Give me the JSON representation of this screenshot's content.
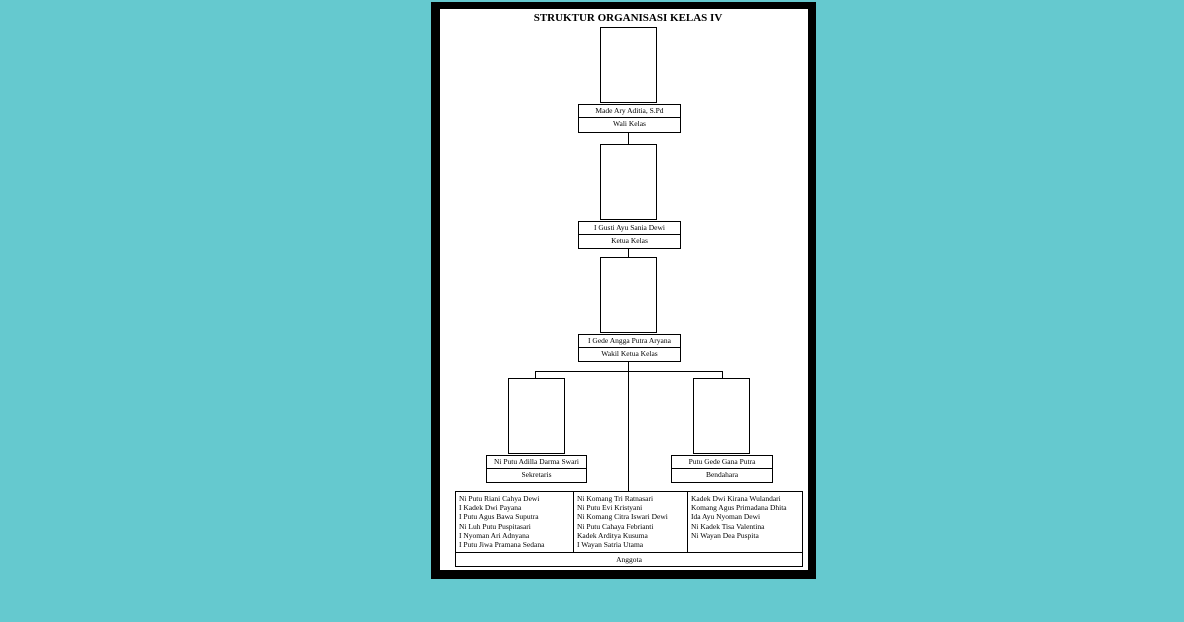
{
  "title": "STRUKTUR ORGANISASI KELAS IV",
  "positions": {
    "wali": {
      "name": "Made Ary Aditia, S.Pd",
      "role": "Wali Kelas"
    },
    "ketua": {
      "name": "I Gusti Ayu Sania Dewi",
      "role": "Ketua Kelas"
    },
    "wakil": {
      "name": "I Gede Angga Putra Aryana",
      "role": "Wakil Ketua Kelas"
    },
    "sekretaris": {
      "name": "Ni Putu Adilla Darma Swari",
      "role": "Sekretaris"
    },
    "bendahara": {
      "name": "Putu Gede Gana Putra",
      "role": "Bendahara"
    }
  },
  "anggota": {
    "label": "Anggota",
    "columns": [
      [
        "Ni Putu Riani Cahya Dewi",
        "I Kadek Dwi Payana",
        "I Putu Agus Bawa Suputra",
        "Ni Luh Putu Puspitasari",
        "I Nyoman Ari Adnyana",
        "I Putu Jiwa Pramana Sedana"
      ],
      [
        "Ni Komang Tri Ratnasari",
        "Ni Putu Evi Kristyani",
        "Ni Komang Citra Iswari Dewi",
        "Ni Putu Cahaya Febrianti",
        "Kadek Arditya Kusuma",
        "I Wayan Satria Utama"
      ],
      [
        "Kadek Dwi Kirana Wulandari",
        "Komang Agus Primadana Dhita",
        "Ida Ayu Nyoman Dewi",
        "Ni Kadek Tisa Valentina",
        "Ni Wayan Dea Puspita"
      ]
    ]
  }
}
